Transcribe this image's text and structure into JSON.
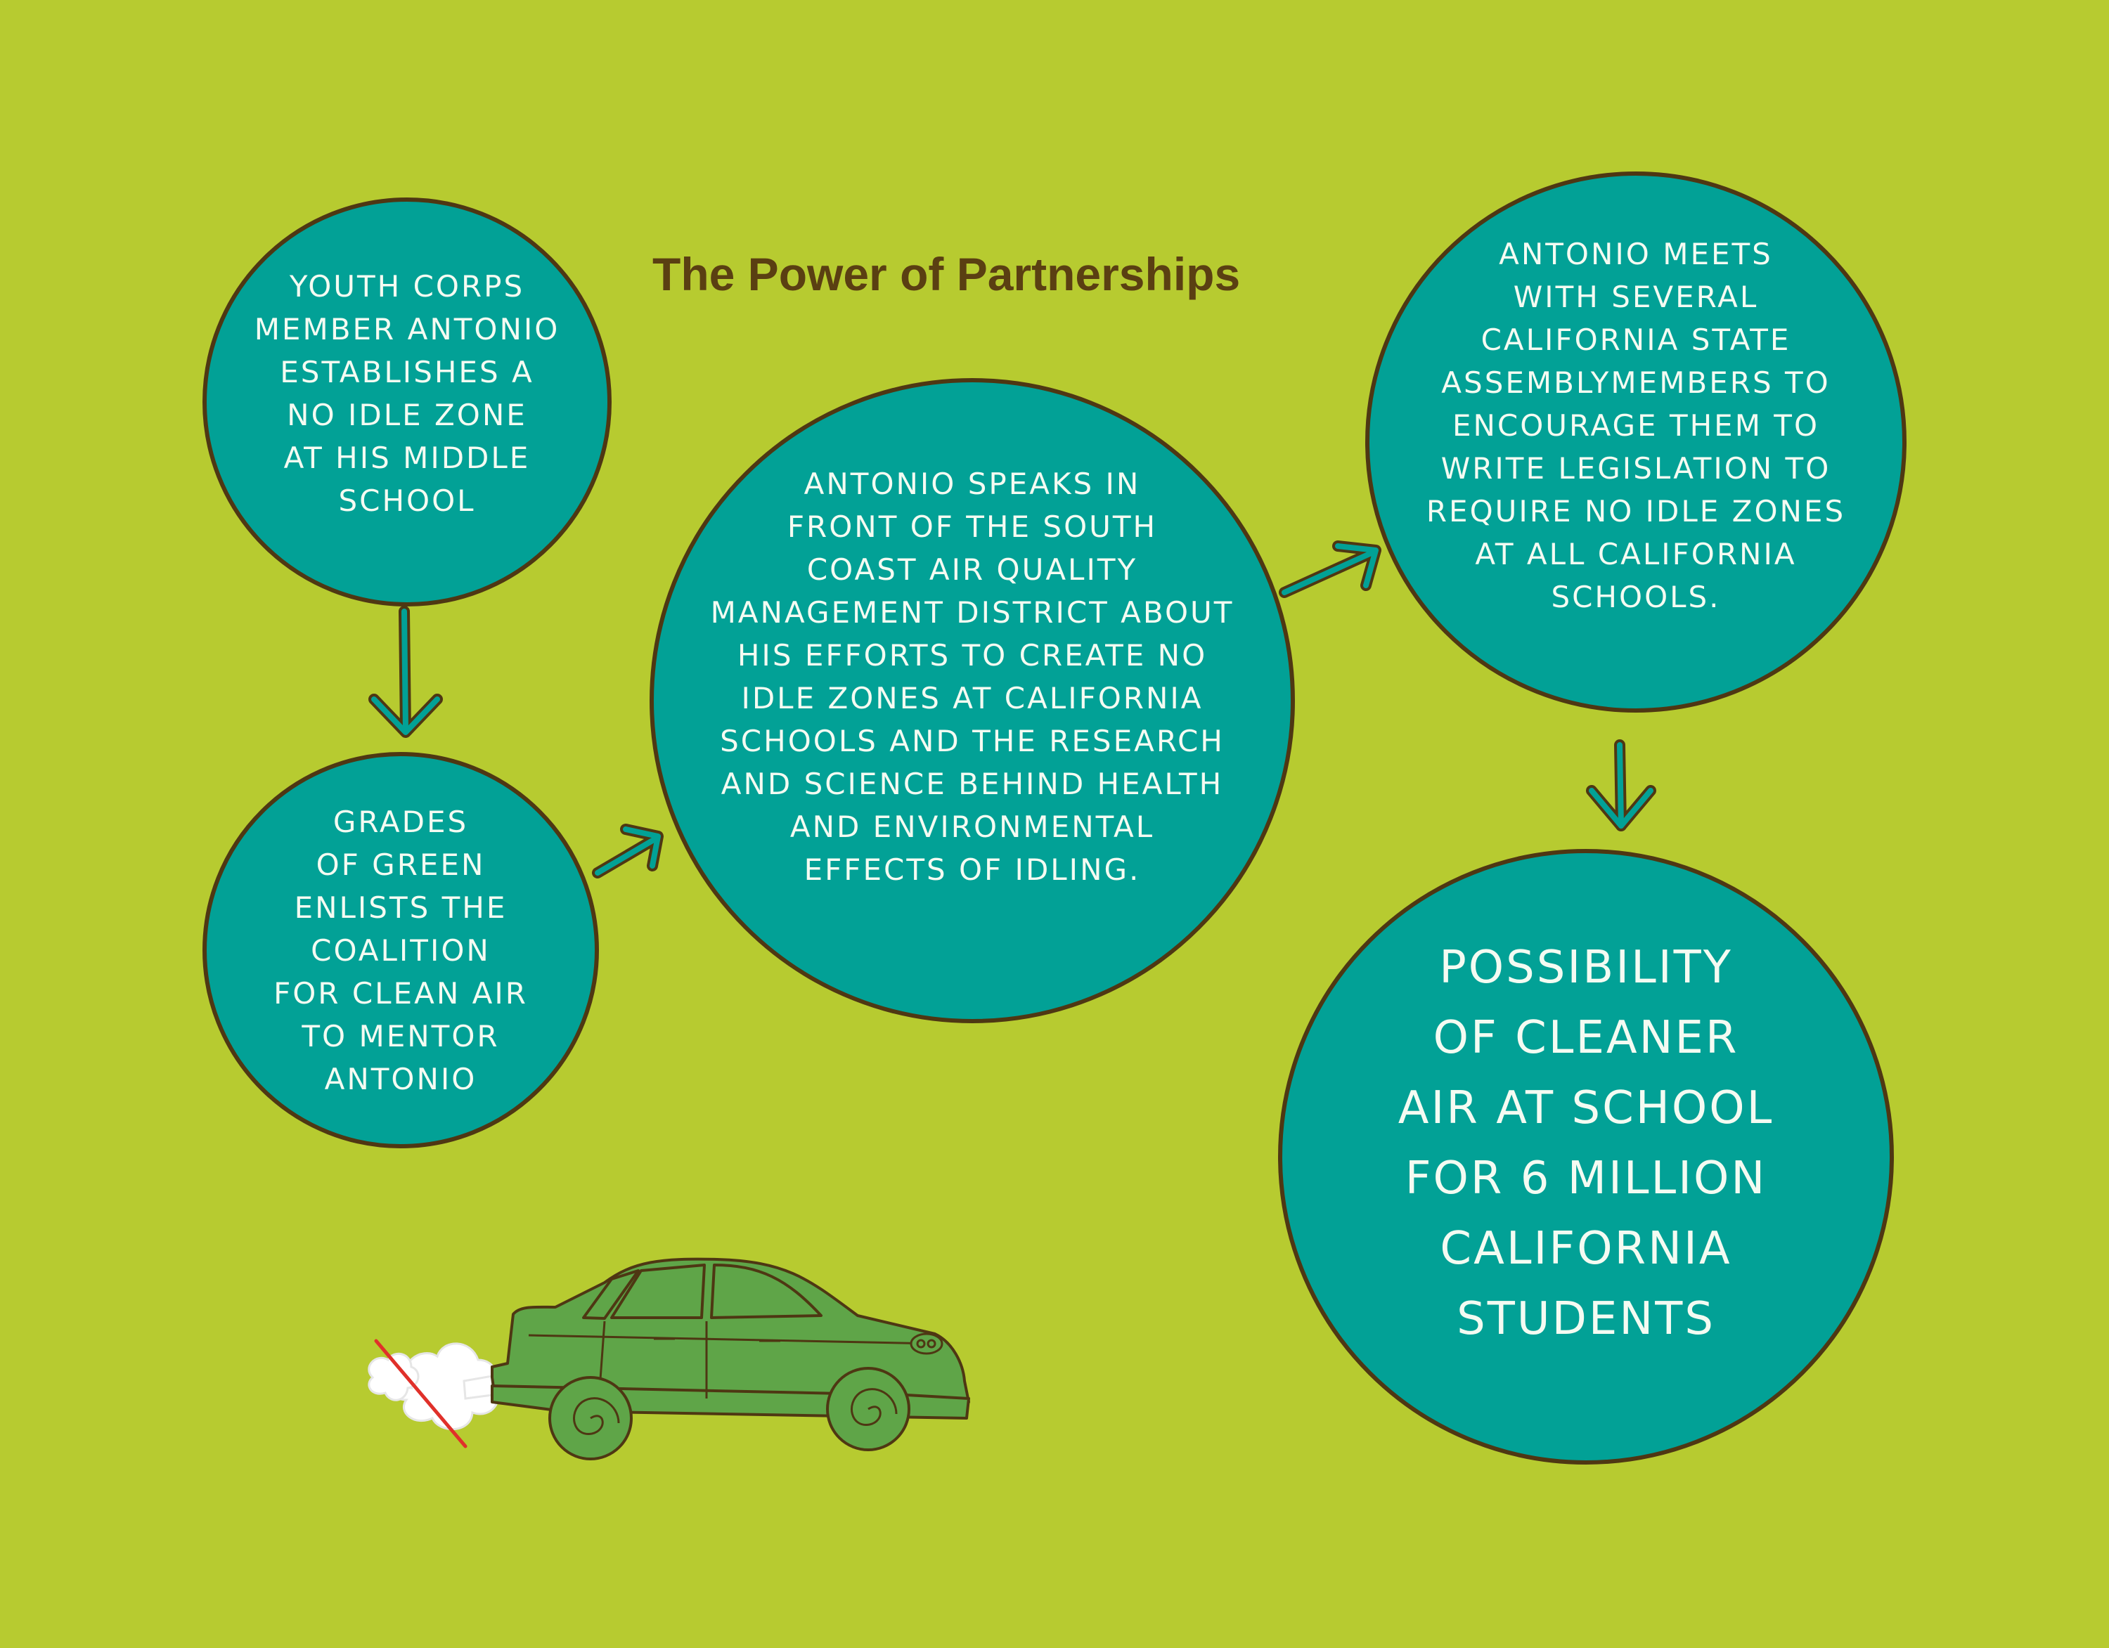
{
  "title": "The Power of Partnerships",
  "colors": {
    "background": "#b7cb30",
    "circle_fill": "#02a196",
    "circle_outline": "#4e3713",
    "title_text": "#5a3f12",
    "car_body": "#5fa548",
    "no_idle_slash": "#e0302a"
  },
  "steps": [
    {
      "id": "step-1",
      "text": "Youth Corps\nmember Antonio\nestablishes a\nno idle zone\nat his middle\nschool"
    },
    {
      "id": "step-2",
      "text": "Grades\nof Green\nenlists the\ncoalition\nfor Clean Air\nto mentor\nAntonio"
    },
    {
      "id": "step-3",
      "text": "Antonio speaks in\nfront of the South\nCoast Air Quality\nManagement District about\nhis efforts to create no\nidle zones at California\nschools and the research\nand science behind health\nand environmental\neffects of idling."
    },
    {
      "id": "step-4",
      "text": "Antonio meets\nwith several\nCalifornia state\nassemblymembers to\nencourage them to\nwrite legislation to\nrequire no idle zones\nat all California\nschools."
    },
    {
      "id": "outcome",
      "text": "Possibility\nof cleaner\nair at school\nfor 6 million\nCalifornia\nstudents"
    }
  ],
  "illustration": {
    "icon": "car-exhaust-icon",
    "no_idle_icon": "no-idle-slash-icon"
  }
}
